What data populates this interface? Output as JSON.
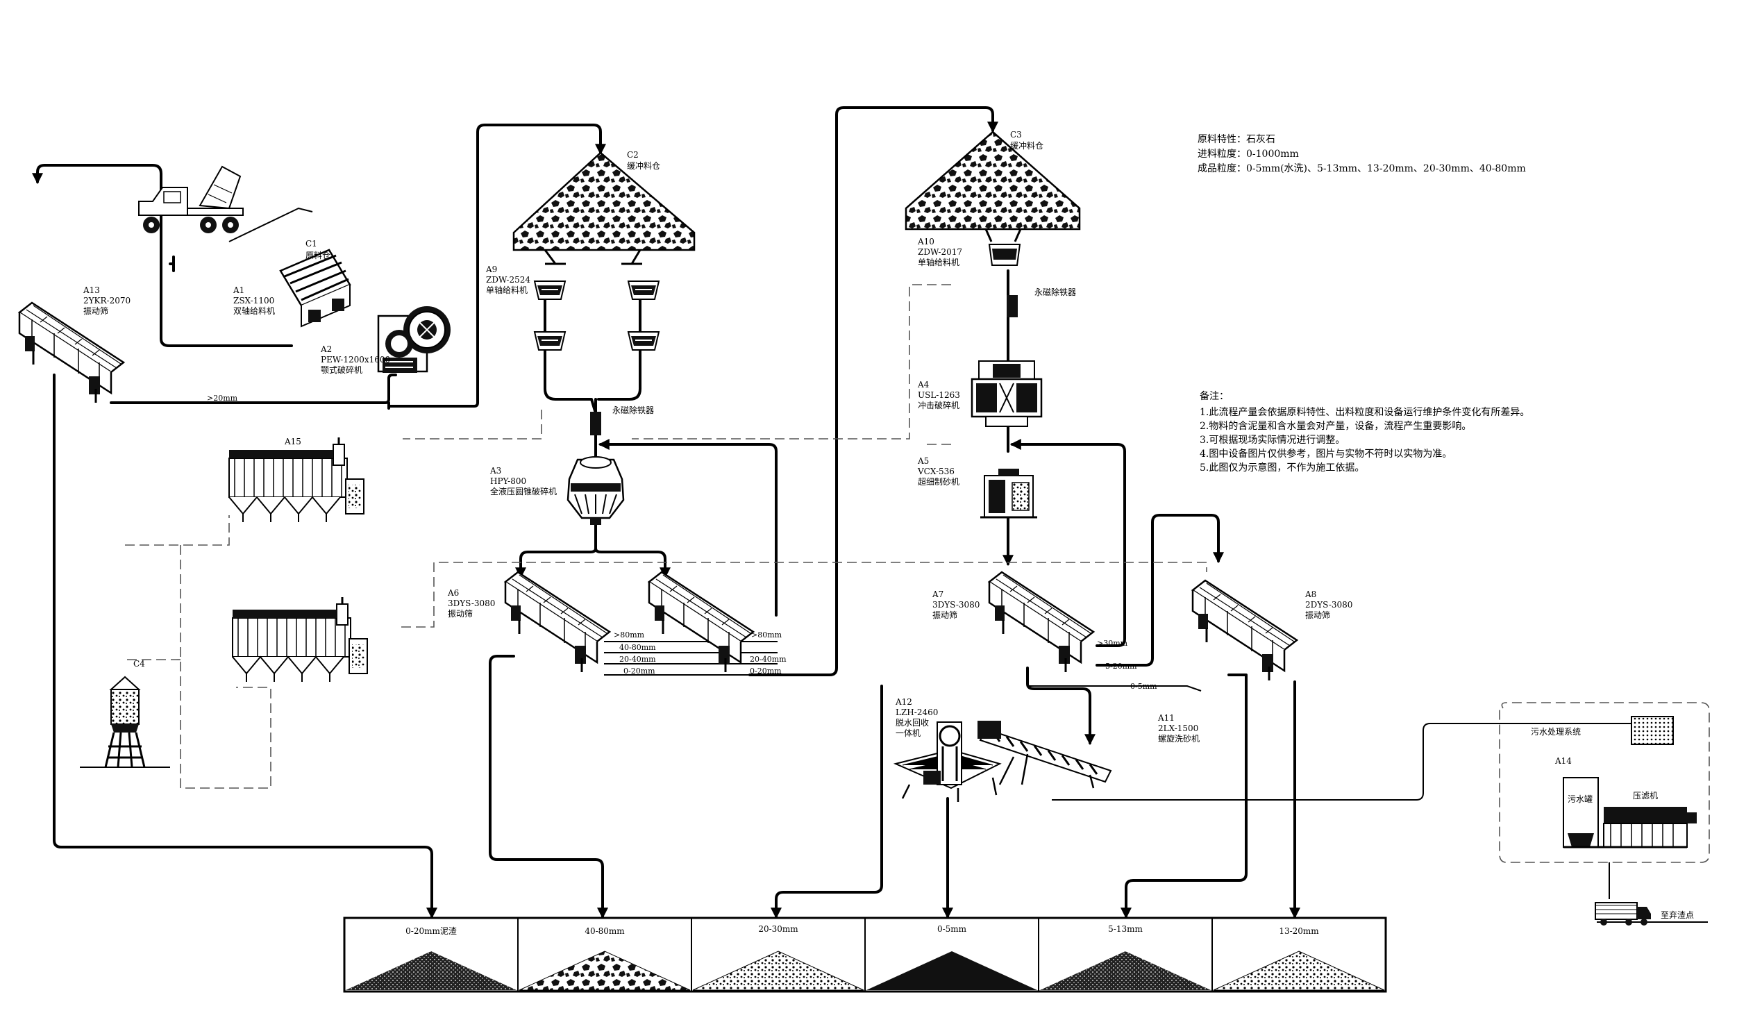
{
  "raw_material": {
    "line1": "原料特性：石灰石",
    "line2": "进料粒度：0-1000mm",
    "line3": "成品粒度：0-5mm(水洗)、5-13mm、13-20mm、20-30mm、40-80mm"
  },
  "notes": {
    "title": "备注：",
    "items": [
      "1.此流程产量会依据原料特性、出料粒度和设备运行维护条件变化有所差异。",
      "2.物料的含泥量和含水量会对产量，设备，流程产生重要影响。",
      "3.可根据现场实际情况进行调整。",
      "4.图中设备图片仅供参考，图片与实物不符时以实物为准。",
      "5.此图仅为示意图，不作为施工依据。"
    ]
  },
  "equipment": {
    "c1": {
      "code": "C1",
      "name": "原料仓"
    },
    "a1": {
      "code": "A1",
      "model": "ZSX-1100",
      "name": "双轴给料机"
    },
    "a2": {
      "code": "A2",
      "model": "PEW-1200x1600",
      "name": "颚式破碎机"
    },
    "a13": {
      "code": "A13",
      "model": "2YKR-2070",
      "name": "振动筛"
    },
    "c2": {
      "code": "C2",
      "name": "缓冲料仓"
    },
    "a9": {
      "code": "A9",
      "model": "ZDW-2524",
      "name": "单轴给料机"
    },
    "mag1": {
      "name": "永磁除铁器"
    },
    "a3": {
      "code": "A3",
      "model": "HPY-800",
      "name": "全液压圆锥破碎机"
    },
    "a15": {
      "code": "A15"
    },
    "c4": {
      "code": "C4"
    },
    "a6": {
      "code": "A6",
      "model": "3DYS-3080",
      "name": "振动筛"
    },
    "c3": {
      "code": "C3",
      "name": "缓冲料仓"
    },
    "a10": {
      "code": "A10",
      "model": "ZDW-2017",
      "name": "单轴给料机"
    },
    "mag2": {
      "name": "永磁除铁器"
    },
    "a4": {
      "code": "A4",
      "model": "USL-1263",
      "name": "冲击破碎机"
    },
    "a5": {
      "code": "A5",
      "model": "VCX-536",
      "name": "超细制砂机"
    },
    "a7": {
      "code": "A7",
      "model": "3DYS-3080",
      "name": "振动筛"
    },
    "a8": {
      "code": "A8",
      "model": "2DYS-3080",
      "name": "振动筛"
    },
    "a12": {
      "code": "A12",
      "model": "LZH-2460",
      "name1": "脱水回收",
      "name2": "一体机"
    },
    "a11": {
      "code": "A11",
      "model": "2LX-1500",
      "name": "螺旋洗砂机"
    },
    "a14": {
      "code": "A14",
      "system": "污水处理系统",
      "tank": "污水罐",
      "press": "压滤机"
    }
  },
  "flow_labels": {
    "gt20": ">20mm",
    "a6_gt80_left": ">80mm",
    "a6_40_80_left": "40-80mm",
    "a6_20_40_left": "20-40mm",
    "a6_0_20_left": "0-20mm",
    "a6_gt80_right": ">80mm",
    "a6_20_40_right": "20-40mm",
    "a6_0_20_right": "0-20mm",
    "a7_gt30": ">30mm",
    "a7_5_20": "5-20mm",
    "a7_0_5": "0-5mm",
    "waste": "至弃渣点"
  },
  "stockpiles": [
    {
      "label": "0-20mm泥渣"
    },
    {
      "label": "40-80mm"
    },
    {
      "label": "20-30mm"
    },
    {
      "label": "0-5mm"
    },
    {
      "label": "5-13mm"
    },
    {
      "label": "13-20mm"
    }
  ]
}
